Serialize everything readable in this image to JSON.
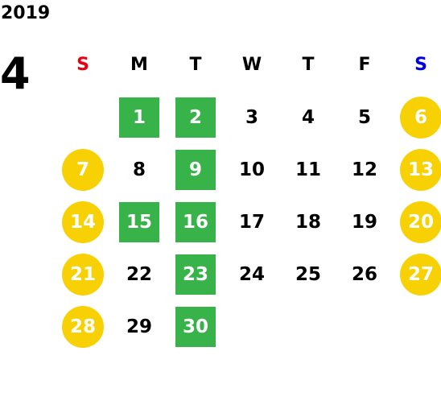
{
  "year": "2019",
  "month": "4",
  "colors": {
    "sunday": "#e60012",
    "saturday": "#0000e6",
    "weekday": "#000000",
    "weekend_circle": "#f7d103",
    "highlight_square": "#37b34a",
    "marked_text": "#ffffff"
  },
  "weekdays": [
    {
      "label": "S",
      "type": "sunday"
    },
    {
      "label": "M",
      "type": "weekday"
    },
    {
      "label": "T",
      "type": "weekday"
    },
    {
      "label": "W",
      "type": "weekday"
    },
    {
      "label": "T",
      "type": "weekday"
    },
    {
      "label": "F",
      "type": "weekday"
    },
    {
      "label": "S",
      "type": "saturday"
    }
  ],
  "weeks": [
    [
      null,
      {
        "d": "1",
        "mark": "square"
      },
      {
        "d": "2",
        "mark": "square"
      },
      {
        "d": "3"
      },
      {
        "d": "4"
      },
      {
        "d": "5"
      },
      {
        "d": "6",
        "mark": "circle"
      }
    ],
    [
      {
        "d": "7",
        "mark": "circle"
      },
      {
        "d": "8"
      },
      {
        "d": "9",
        "mark": "square"
      },
      {
        "d": "10"
      },
      {
        "d": "11"
      },
      {
        "d": "12"
      },
      {
        "d": "13",
        "mark": "circle"
      }
    ],
    [
      {
        "d": "14",
        "mark": "circle"
      },
      {
        "d": "15",
        "mark": "square"
      },
      {
        "d": "16",
        "mark": "square"
      },
      {
        "d": "17"
      },
      {
        "d": "18"
      },
      {
        "d": "19"
      },
      {
        "d": "20",
        "mark": "circle"
      }
    ],
    [
      {
        "d": "21",
        "mark": "circle"
      },
      {
        "d": "22"
      },
      {
        "d": "23",
        "mark": "square"
      },
      {
        "d": "24"
      },
      {
        "d": "25"
      },
      {
        "d": "26"
      },
      {
        "d": "27",
        "mark": "circle"
      }
    ],
    [
      {
        "d": "28",
        "mark": "circle"
      },
      {
        "d": "29"
      },
      {
        "d": "30",
        "mark": "square"
      },
      null,
      null,
      null,
      null
    ]
  ]
}
